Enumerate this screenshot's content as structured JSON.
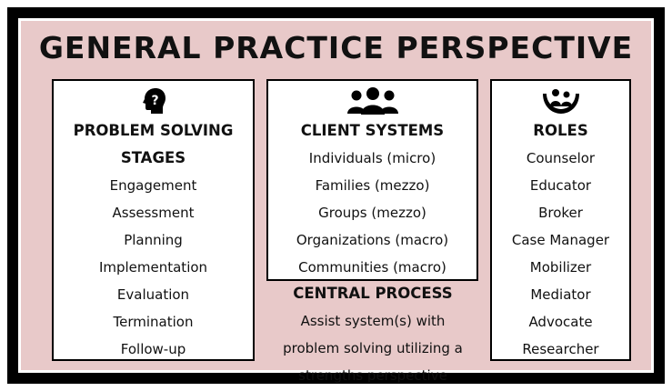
{
  "title": "GENERAL PRACTICE PERSPECTIVE",
  "problem_solving": {
    "heading_line1": "PROBLEM SOLVING",
    "heading_line2": "STAGES",
    "icon": "question-head-icon",
    "items": [
      "Engagement",
      "Assessment",
      "Planning",
      "Implementation",
      "Evaluation",
      "Termination",
      "Follow-up"
    ]
  },
  "client_systems": {
    "heading": "CLIENT SYSTEMS",
    "icon": "group-people-icon",
    "items": [
      "Individuals (micro)",
      "Families (mezzo)",
      "Groups (mezzo)",
      "Organizations (macro)",
      "Communities (macro)"
    ]
  },
  "central_process": {
    "heading": "CENTRAL PROCESS",
    "lines": [
      "Assist system(s) with",
      "problem solving utilizing a",
      "strengths perspective"
    ]
  },
  "roles": {
    "heading": "ROLES",
    "icon": "caring-hands-icon",
    "items": [
      "Counselor",
      "Educator",
      "Broker",
      "Case Manager",
      "Mobilizer",
      "Mediator",
      "Advocate",
      "Researcher"
    ]
  },
  "colors": {
    "background": "#e8c9c9",
    "frame": "#000000",
    "box": "#ffffff"
  }
}
